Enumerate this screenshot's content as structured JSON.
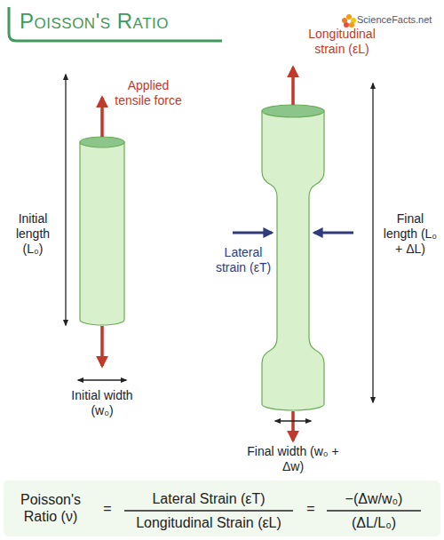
{
  "diagram": {
    "title": "Poisson's Ratio",
    "labels": [
      "ScienceFacts.net",
      "Applied tensile force",
      "Longitudinal strain (εL)",
      "Initial length (L₀)",
      "Final length (L₀ + ΔL)",
      "Lateral strain (εT)",
      "Initial width (w₀)",
      "Final width (w₀ + Δw)",
      "Poisson's Ratio (ν)",
      "=",
      "Lateral Strain (εT)",
      "Longitudinal Strain (εL)",
      "=",
      "−(Δw/w₀)",
      "(ΔL/L₀)"
    ]
  }
}
